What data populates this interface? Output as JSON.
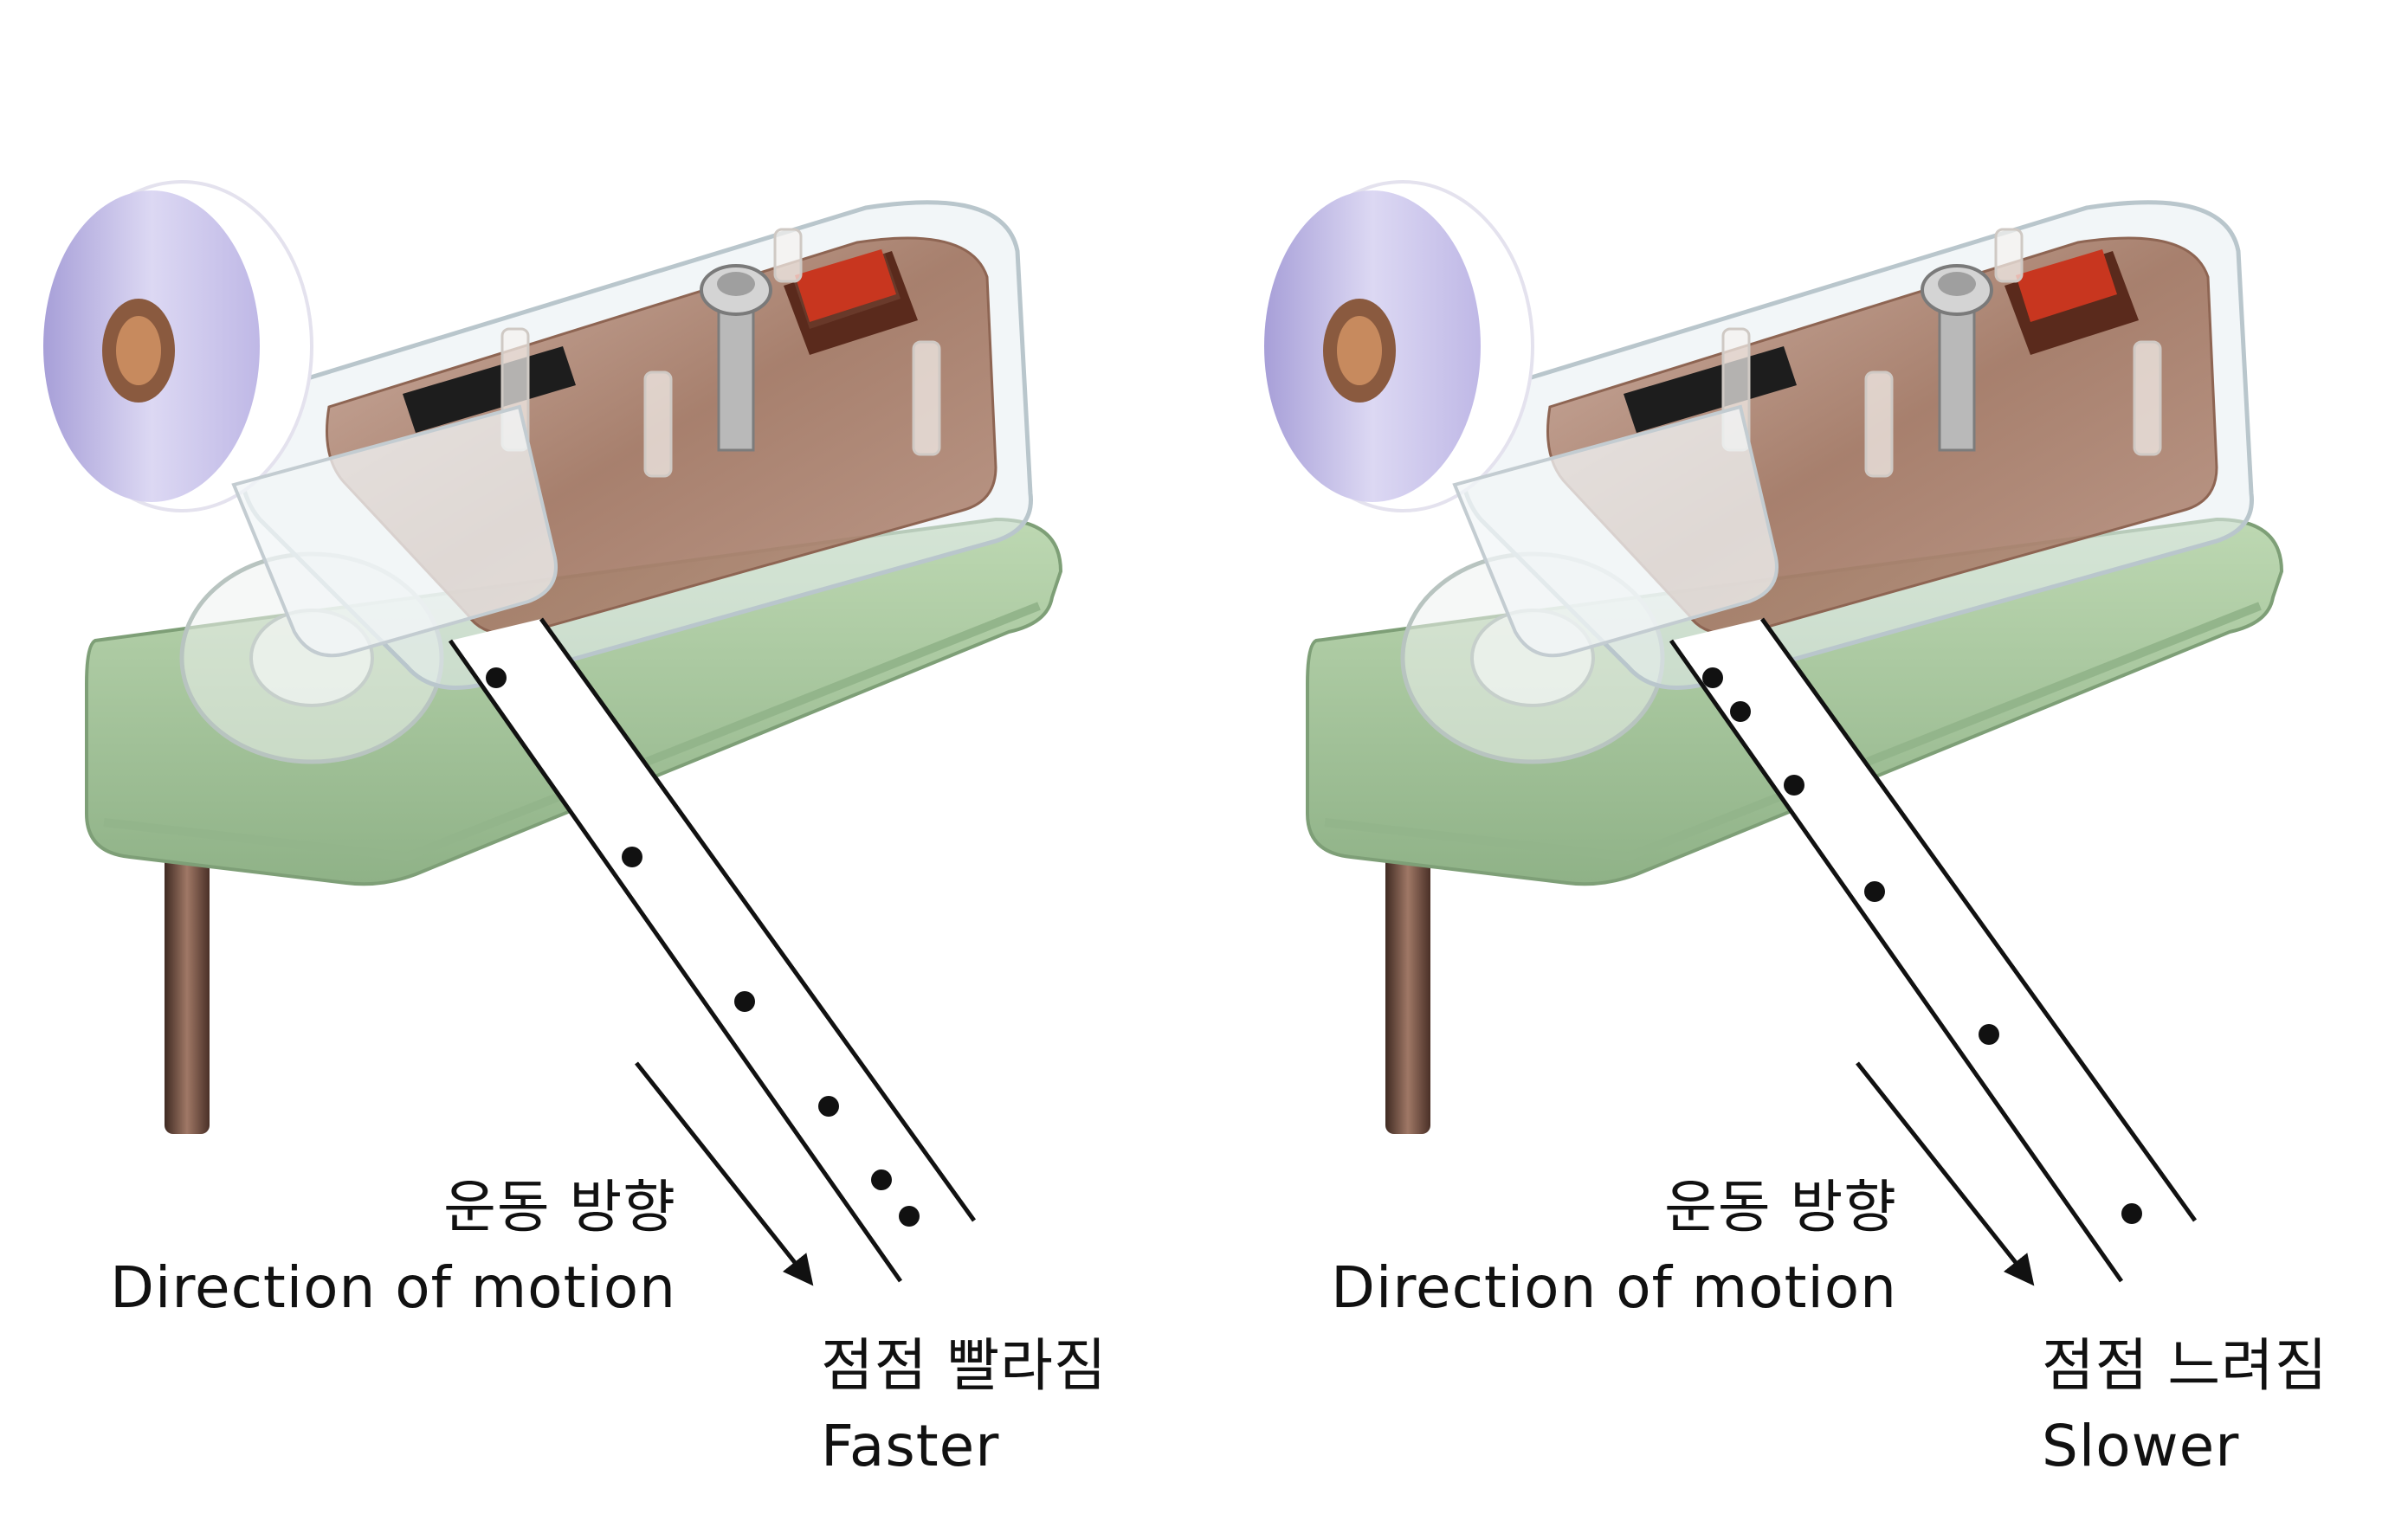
{
  "panels": [
    {
      "id": "faster",
      "direction_ko": "운동 방향",
      "direction_en": "Direction of motion",
      "result_ko": "점점 빨라짐",
      "result_en": "Faster"
    },
    {
      "id": "slower",
      "direction_ko": "운동 방향",
      "direction_en": "Direction of motion",
      "result_ko": "점점 느려짐",
      "result_en": "Slower"
    }
  ],
  "colors": {
    "base_green": "#a9c9a0",
    "base_green_dark": "#86a97e",
    "housing_brown": "#9a6b55",
    "paper_roll": "#c9c3e6",
    "switch_red": "#c8361f",
    "rod": "#6e4a3a",
    "ink": "#111111"
  }
}
